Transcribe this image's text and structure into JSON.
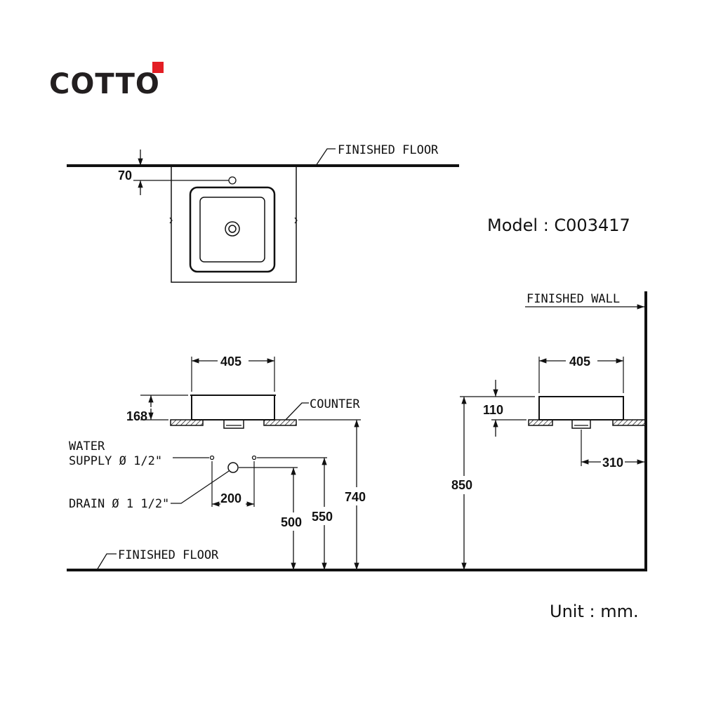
{
  "brand": {
    "logo_text": "COTTO",
    "accent_color": "#e31e24"
  },
  "model_label": "Model : C003417",
  "unit_label": "Unit : mm.",
  "labels": {
    "finished_floor_top": "FINISHED FLOOR",
    "finished_floor_bottom": "FINISHED FLOOR",
    "finished_wall": "FINISHED WALL",
    "counter": "COUNTER",
    "water_supply_line1": "WATER",
    "water_supply_line2": "SUPPLY Ø 1/2\"",
    "drain": "DRAIN Ø 1 1/2\""
  },
  "dimensions": {
    "plan_offset": "70",
    "front_width": "405",
    "front_height": "168",
    "supply_spacing": "200",
    "drain_height": "500",
    "supply_height": "550",
    "counter_height_front": "740",
    "side_width": "405",
    "side_height": "110",
    "overall_height": "850",
    "wall_offset": "310"
  }
}
